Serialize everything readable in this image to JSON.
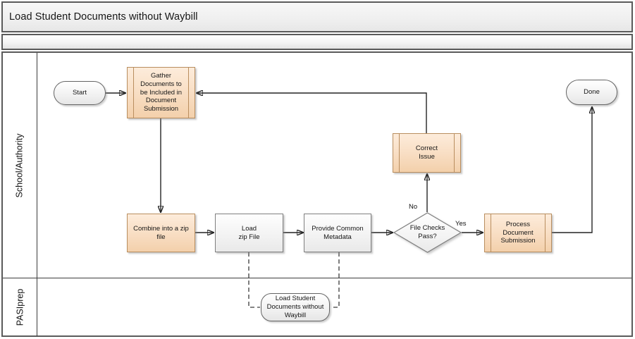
{
  "title": "Load Student Documents without Waybill",
  "lanes": {
    "school_authority": "School/Authority",
    "pasiprep": "PASIprep"
  },
  "nodes": {
    "start": {
      "label": "Start",
      "type": "terminator"
    },
    "gather": {
      "label": "Gather\nDocuments to\nbe Included in\nDocument\nSubmission",
      "type": "subprocess"
    },
    "correct_issue": {
      "label": "Correct\nIssue",
      "type": "subprocess"
    },
    "combine_zip": {
      "label": "Combine into a zip\nfile",
      "type": "process"
    },
    "load_zip": {
      "label": "Load\nzip File",
      "type": "process"
    },
    "provide_metadata": {
      "label": "Provide Common\nMetadata",
      "type": "process"
    },
    "file_checks": {
      "label": "File Checks\nPass?",
      "type": "decision"
    },
    "process_submission": {
      "label": "Process\nDocument\nSubmission",
      "type": "subprocess"
    },
    "done": {
      "label": "Done",
      "type": "terminator"
    },
    "pasiprep_ref": {
      "label": "Load Student\nDocuments without\nWaybill",
      "type": "terminator-reference"
    }
  },
  "edges": {
    "yes_label": "Yes",
    "no_label": "No"
  },
  "colors": {
    "peach_fill_top": "#fdecdb",
    "peach_fill_bottom": "#f3d0ab",
    "peach_border": "#b98e5f",
    "shape_fill_top": "#fefefe",
    "shape_fill_bottom": "#e9e9e9",
    "shape_border": "#7f7f7f",
    "frame_border": "#5a5a5a",
    "connector": "#242424"
  }
}
